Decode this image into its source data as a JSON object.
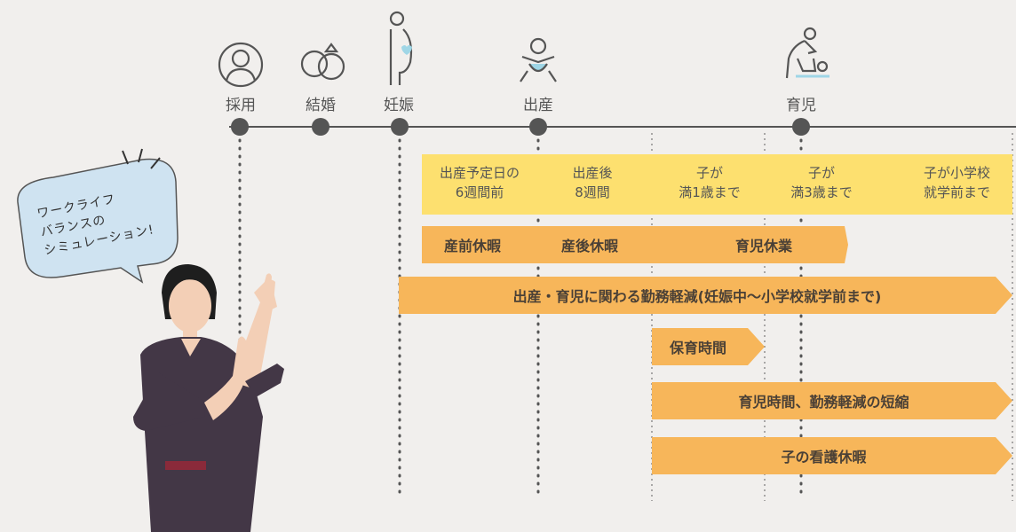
{
  "stages": [
    {
      "label": "採用",
      "icon": "person-icon"
    },
    {
      "label": "結婚",
      "icon": "rings-icon"
    },
    {
      "label": "妊娠",
      "icon": "pregnant-woman-icon"
    },
    {
      "label": "出産",
      "icon": "baby-icon"
    },
    {
      "label": "育児",
      "icon": "childcare-icon"
    }
  ],
  "periods": [
    {
      "text": "出産予定日の\n6週間前"
    },
    {
      "text": "出産後\n8週間"
    },
    {
      "text": "子が\n満1歳まで"
    },
    {
      "text": "子が\n満3歳まで"
    },
    {
      "text": "子が小学校\n就学前まで"
    }
  ],
  "leave_bar": {
    "labels": [
      "産前休暇",
      "産後休暇",
      "育児休業"
    ]
  },
  "bars": [
    {
      "label": "出産・育児に関わる勤務軽減(妊娠中〜小学校就学前まで)"
    },
    {
      "label": "保育時間"
    },
    {
      "label": "育児時間、勤務軽減の短縮"
    },
    {
      "label": "子の看護休暇"
    }
  ],
  "speech_bubble": {
    "text": "ワークライフ\nバランスの\nシミュレーション!"
  },
  "colors": {
    "yellow": "#fde06f",
    "orange": "#f7b65a",
    "line": "#555555",
    "bubble": "#cfe3f1",
    "background": "#f1efed"
  }
}
